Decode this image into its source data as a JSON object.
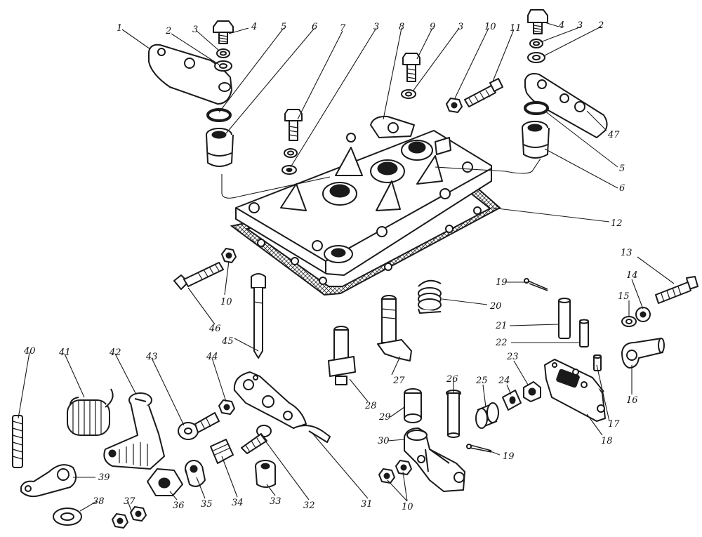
{
  "callouts": [
    {
      "label": "1"
    },
    {
      "label": "2"
    },
    {
      "label": "3"
    },
    {
      "label": "4"
    },
    {
      "label": "5"
    },
    {
      "label": "6"
    },
    {
      "label": "7"
    },
    {
      "label": "3"
    },
    {
      "label": "8"
    },
    {
      "label": "9"
    },
    {
      "label": "3"
    },
    {
      "label": "10"
    },
    {
      "label": "11"
    },
    {
      "label": "4"
    },
    {
      "label": "3"
    },
    {
      "label": "2"
    },
    {
      "label": "47"
    },
    {
      "label": "5"
    },
    {
      "label": "6"
    },
    {
      "label": "12"
    },
    {
      "label": "13"
    },
    {
      "label": "14"
    },
    {
      "label": "15"
    },
    {
      "label": "16"
    },
    {
      "label": "19"
    },
    {
      "label": "20"
    },
    {
      "label": "21"
    },
    {
      "label": "22"
    },
    {
      "label": "17"
    },
    {
      "label": "18"
    },
    {
      "label": "23"
    },
    {
      "label": "24"
    },
    {
      "label": "25"
    },
    {
      "label": "26"
    },
    {
      "label": "19"
    },
    {
      "label": "27"
    },
    {
      "label": "28"
    },
    {
      "label": "29"
    },
    {
      "label": "30"
    },
    {
      "label": "10"
    },
    {
      "label": "31"
    },
    {
      "label": "32"
    },
    {
      "label": "33"
    },
    {
      "label": "34"
    },
    {
      "label": "35"
    },
    {
      "label": "36"
    },
    {
      "label": "37"
    },
    {
      "label": "38"
    },
    {
      "label": "39"
    },
    {
      "label": "40"
    },
    {
      "label": "41"
    },
    {
      "label": "42"
    },
    {
      "label": "43"
    },
    {
      "label": "44"
    },
    {
      "label": "45"
    },
    {
      "label": "46"
    },
    {
      "label": "10"
    }
  ]
}
